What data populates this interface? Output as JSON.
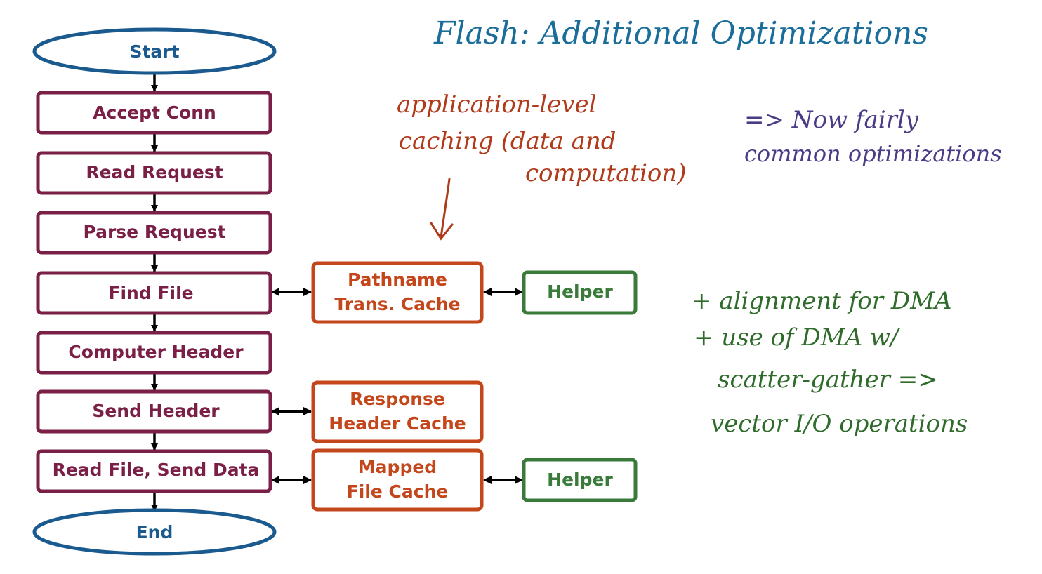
{
  "colors": {
    "blue": "#1a5a8e",
    "maroon": "#7a1f45",
    "orange": "#c4471c",
    "green": "#3a7a3a",
    "title_blue": "#1b6d9a",
    "note_red": "#b03a1a",
    "note_purple": "#4b3a86",
    "note_green": "#2f6b2a"
  },
  "flow": {
    "start": "Start",
    "end": "End",
    "steps": [
      "Accept Conn",
      "Read Request",
      "Parse Request",
      "Find File",
      "Computer Header",
      "Send Header",
      "Read File, Send Data"
    ]
  },
  "caches": {
    "pathname": [
      "Pathname",
      "Trans. Cache"
    ],
    "response": [
      "Response",
      "Header Cache"
    ],
    "mapped": [
      "Mapped",
      "File Cache"
    ]
  },
  "helpers": {
    "top": "Helper",
    "bottom": "Helper"
  },
  "notes": {
    "title": "Flash: Additional Optimizations",
    "app_cache": [
      "application-level",
      "caching (data and",
      "computation)"
    ],
    "common": [
      "=> Now fairly",
      "common optimizations"
    ],
    "dma": [
      "+ alignment for DMA",
      "+ use of DMA w/",
      "scatter-gather =>",
      "vector I/O operations"
    ]
  }
}
